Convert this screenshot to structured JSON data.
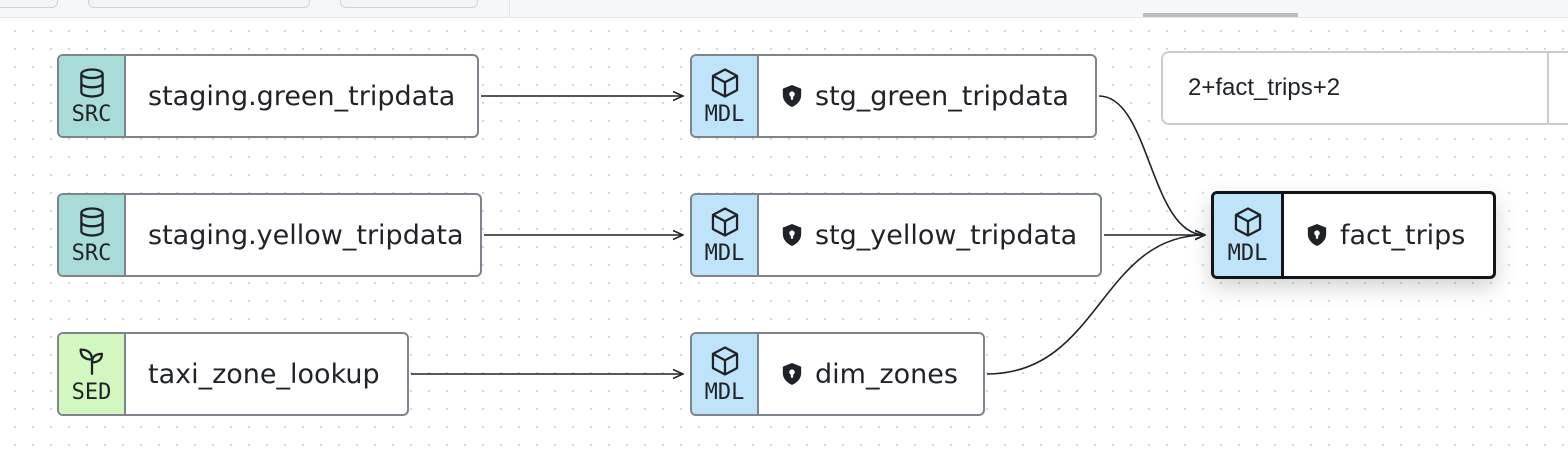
{
  "selector": {
    "value": "2+fact_trips+2"
  },
  "nodes": {
    "staging_green": {
      "type": "SRC",
      "label": "staging.green_tripdata",
      "icon": "database-icon"
    },
    "staging_yellow": {
      "type": "SRC",
      "label": "staging.yellow_tripdata",
      "icon": "database-icon"
    },
    "taxi_zone": {
      "type": "SED",
      "label": "taxi_zone_lookup",
      "icon": "sprout-icon"
    },
    "stg_green": {
      "type": "MDL",
      "label": "stg_green_tripdata",
      "icon": "cube-icon",
      "access_icon": "shield-icon"
    },
    "stg_yellow": {
      "type": "MDL",
      "label": "stg_yellow_tripdata",
      "icon": "cube-icon",
      "access_icon": "shield-icon"
    },
    "dim_zones": {
      "type": "MDL",
      "label": "dim_zones",
      "icon": "cube-icon",
      "access_icon": "shield-icon"
    },
    "fact_trips": {
      "type": "MDL",
      "label": "fact_trips",
      "icon": "cube-icon",
      "access_icon": "shield-icon",
      "selected": true
    }
  },
  "edges": [
    {
      "from": "staging.green_tripdata",
      "to": "stg_green_tripdata"
    },
    {
      "from": "staging.yellow_tripdata",
      "to": "stg_yellow_tripdata"
    },
    {
      "from": "taxi_zone_lookup",
      "to": "dim_zones"
    },
    {
      "from": "stg_green_tripdata",
      "to": "fact_trips"
    },
    {
      "from": "stg_yellow_tripdata",
      "to": "fact_trips"
    },
    {
      "from": "dim_zones",
      "to": "fact_trips"
    }
  ],
  "colors": {
    "src_badge": "#a9dcd8",
    "mdl_badge": "#bfe3f8",
    "sed_badge": "#d3f7c0",
    "node_border": "#7d848c",
    "selected_border": "#111418",
    "edge": "#1f2328"
  }
}
